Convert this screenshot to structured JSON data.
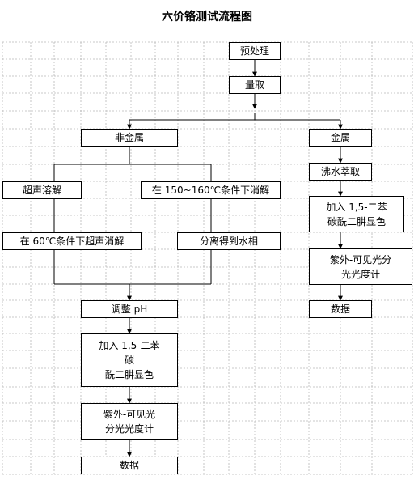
{
  "title": "六价铬测试流程图",
  "nodes": {
    "pretreat": "预处理",
    "measure": "量取",
    "nonmetal": "非金属",
    "metal": "金属",
    "ultrasonic_dissolve": "超声溶解",
    "digest_150_160": "在 150~160℃条件下消解",
    "boil_extract": "沸水萃取",
    "metal_add_reagent_1": "加入 1,5-二苯",
    "metal_add_reagent_2": "碳酰二肼显色",
    "ultrasonic_digest_60": "在 60℃条件下超声消解",
    "separate_water": "分离得到水相",
    "metal_spectro_1": "紫外-可见光分",
    "metal_spectro_2": "光光度计",
    "metal_data": "数据",
    "adjust_ph": "调整 pH",
    "add_reagent_1": "加入 1,5-二苯",
    "add_reagent_2": "碳",
    "add_reagent_3": "酰二肼显色",
    "spectro_1": "紫外-可见光",
    "spectro_2": "分光光度计",
    "data": "数据"
  }
}
